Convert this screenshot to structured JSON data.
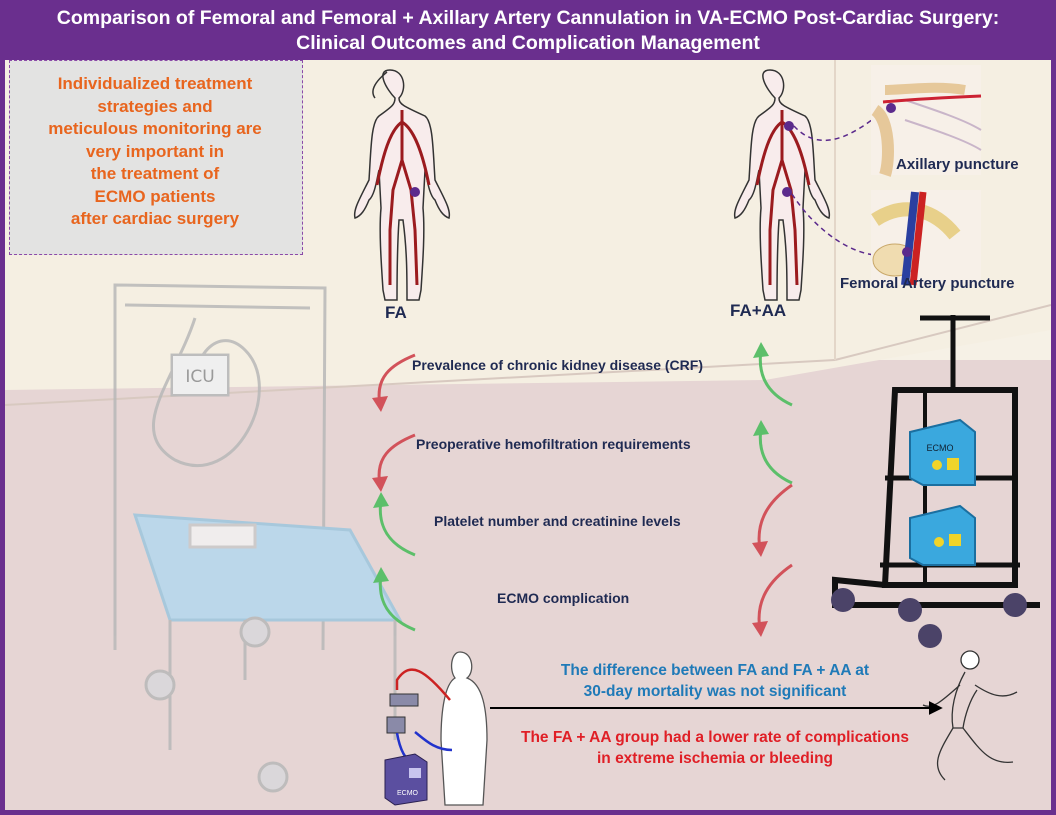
{
  "header": {
    "title_line1": "Comparison of Femoral and Femoral + Axillary Artery Cannulation in VA-ECMO Post-Cardiac Surgery:",
    "title_line2": "Clinical Outcomes and Complication Management"
  },
  "note": {
    "lines": [
      "Individualized treatment",
      "strategies and",
      "meticulous monitoring are",
      "very important in",
      "the treatment of",
      "ECMO patients",
      "after cardiac surgery"
    ]
  },
  "groups": {
    "fa_label": "FA",
    "faaa_label": "FA+AA"
  },
  "punctures": {
    "axillary": "Axillary puncture",
    "femoral": "Femoral Artery puncture"
  },
  "room": {
    "icu_sign": "ICU",
    "ecmo_cart_label": "ECMO",
    "ecmo_machine_label": "ECMO"
  },
  "comparisons": [
    {
      "label": "Prevalence of chronic kidney disease (CRF)",
      "fa_trend": "down",
      "faaa_trend": "up"
    },
    {
      "label": "Preoperative hemofiltration requirements",
      "fa_trend": "down",
      "faaa_trend": "up"
    },
    {
      "label": "Platelet number and creatinine levels",
      "fa_trend": "up",
      "faaa_trend": "down"
    },
    {
      "label": "ECMO complication",
      "fa_trend": "up",
      "faaa_trend": "down"
    }
  ],
  "outcomes": {
    "mortality_line1": "The difference between FA and FA + AA at",
    "mortality_line2": "30-day mortality was not significant",
    "complication_line1": "The FA + AA group had a lower rate of complications",
    "complication_line2": "in extreme ischemia or bleeding"
  },
  "colors": {
    "frame": "#6a2f8e",
    "note_text": "#e8651e",
    "trend_up": "#5cbf6a",
    "trend_down": "#d2525a",
    "mortality_text": "#1f7ab8",
    "complication_text": "#e01f26",
    "vessel": "#9b1b1f",
    "puncture_dot": "#5b2a8c",
    "ecmo_device": "#3aa8de"
  }
}
